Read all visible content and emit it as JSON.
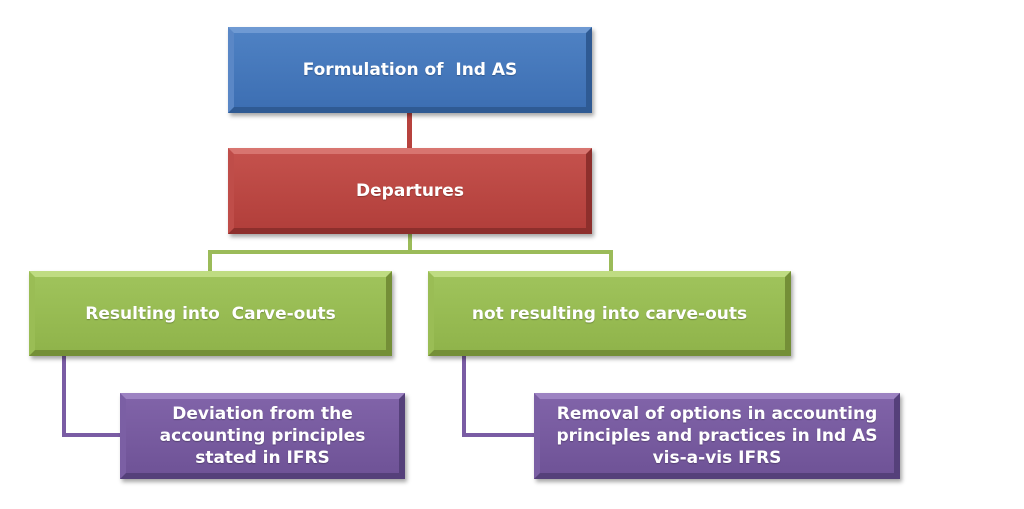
{
  "diagram": {
    "root": {
      "label": "Formulation of  Ind AS",
      "color": "#4f81bd"
    },
    "level2": {
      "label": "Departures",
      "color": "#c0504d"
    },
    "branches": [
      {
        "label": "Resulting into  Carve-outs",
        "color": "#9bbb59",
        "child": {
          "label": "Deviation from the accounting principles stated in IFRS",
          "color": "#8064a2"
        }
      },
      {
        "label": "not resulting into carve-outs",
        "color": "#9bbb59",
        "child": {
          "label": "Removal of options in accounting principles and practices in Ind AS vis-a-vis IFRS",
          "color": "#8064a2"
        }
      }
    ]
  }
}
